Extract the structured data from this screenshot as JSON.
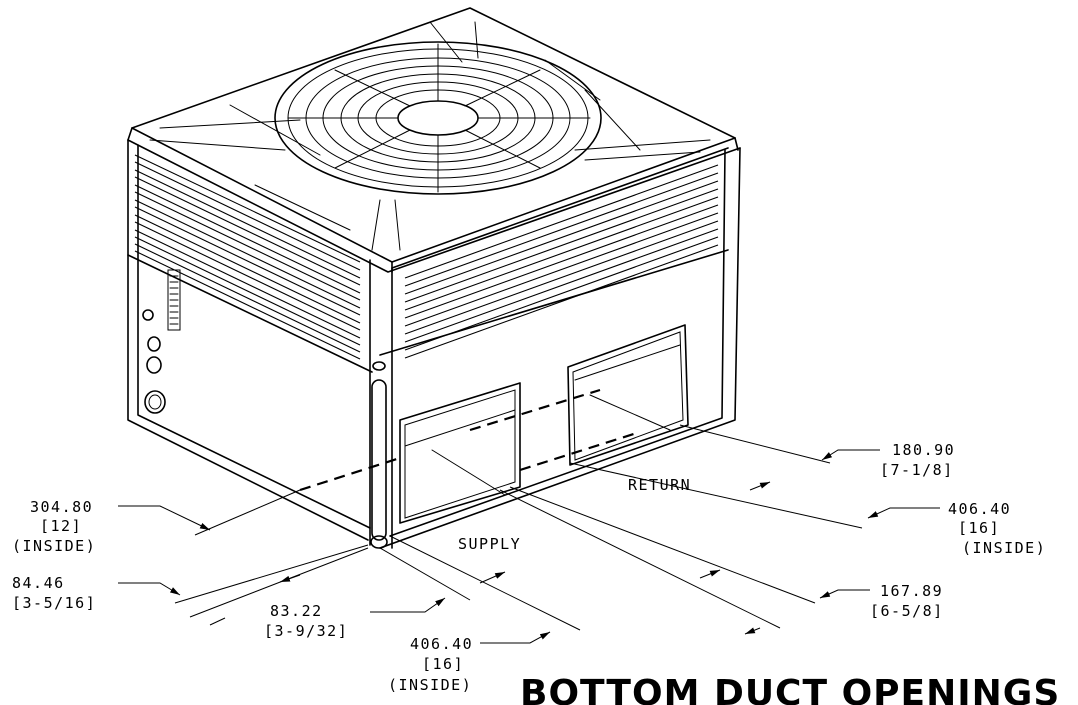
{
  "title": "BOTTOM DUCT OPENINGS",
  "openings": {
    "return_label": "RETURN",
    "supply_label": "SUPPLY"
  },
  "dimensions": [
    {
      "id": "d1",
      "mm": "304.80",
      "inch": "[12]",
      "note": "(INSIDE)"
    },
    {
      "id": "d2",
      "mm": "84.46",
      "inch": "[3-5/16]",
      "note": ""
    },
    {
      "id": "d3",
      "mm": "83.22",
      "inch": "[3-9/32]",
      "note": ""
    },
    {
      "id": "d4",
      "mm": "406.40",
      "inch": "[16]",
      "note": "(INSIDE)"
    },
    {
      "id": "d5",
      "mm": "180.90",
      "inch": "[7-1/8]",
      "note": ""
    },
    {
      "id": "d6",
      "mm": "406.40",
      "inch": "[16]",
      "note": "(INSIDE)"
    },
    {
      "id": "d7",
      "mm": "167.89",
      "inch": "[6-5/8]",
      "note": ""
    }
  ]
}
